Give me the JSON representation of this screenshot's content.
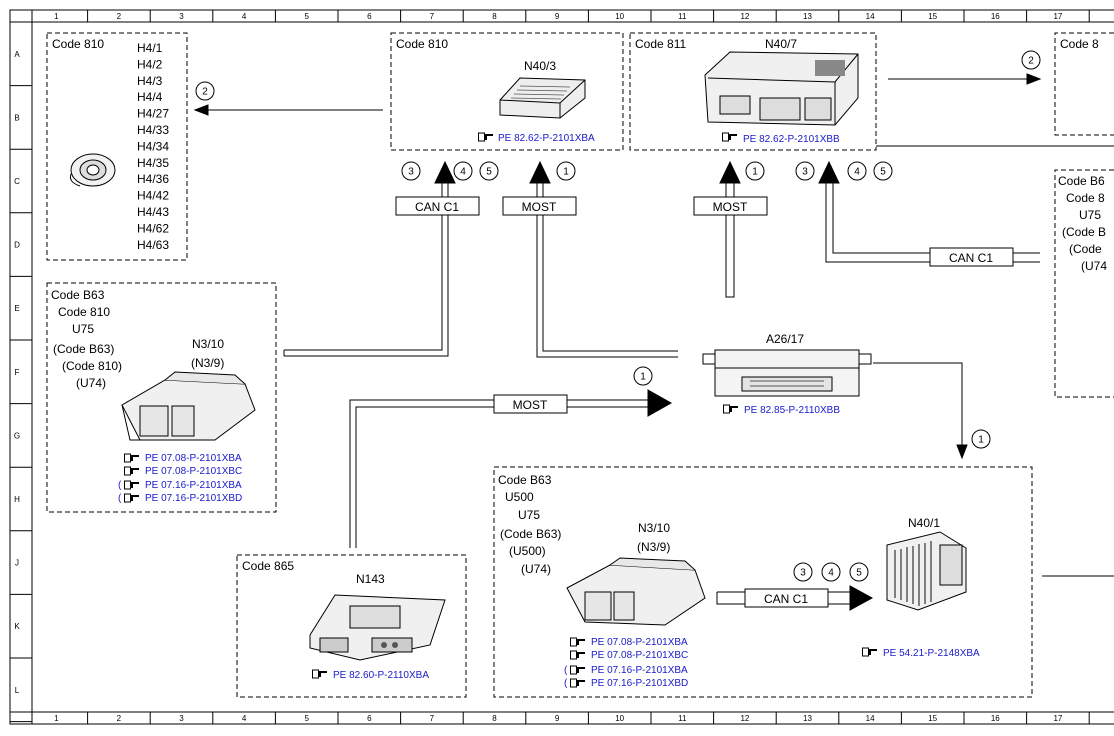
{
  "grid": {
    "columns": [
      "1",
      "2",
      "3",
      "4",
      "5",
      "6",
      "7",
      "8",
      "9",
      "10",
      "11",
      "12",
      "13",
      "14",
      "15",
      "16",
      "17"
    ],
    "rows": [
      "A",
      "B",
      "C",
      "D",
      "E",
      "F",
      "G",
      "H",
      "J",
      "K",
      "L"
    ]
  },
  "boxes": {
    "speakers": {
      "code": "Code 810",
      "items": [
        "H4/1",
        "H4/2",
        "H4/3",
        "H4/4",
        "H4/27",
        "H4/33",
        "H4/34",
        "H4/35",
        "H4/36",
        "H4/42",
        "H4/43",
        "H4/62",
        "H4/63"
      ]
    },
    "n40_3": {
      "code": "Code 810",
      "name": "N40/3",
      "ref": "PE 82.62-P-2101XBA"
    },
    "n40_7": {
      "code": "Code 811",
      "name": "N40/7",
      "ref": "PE 82.62-P-2101XBB"
    },
    "right_top": {
      "code": "Code 8"
    },
    "right_mid": {
      "lines": [
        "Code B6",
        "Code 8",
        "U75",
        "(Code B",
        "(Code",
        "(U74"
      ]
    },
    "n3_10_left": {
      "lines": [
        "Code B63",
        "Code 810",
        "U75",
        "(Code B63)",
        "(Code 810)",
        "(U74)"
      ],
      "name": "N3/10",
      "alt": "(N3/9)",
      "refs": [
        "PE 07.08-P-2101XBA",
        "PE 07.08-P-2101XBC",
        "PE 07.16-P-2101XBA",
        "PE 07.16-P-2101XBD"
      ]
    },
    "a26_17": {
      "name": "A26/17",
      "ref": "PE 82.85-P-2110XBB"
    },
    "n143": {
      "code": "Code 865",
      "name": "N143",
      "ref": "PE 82.60-P-2110XBA"
    },
    "n3_10_right": {
      "lines": [
        "Code B63",
        "U500",
        "U75",
        "(Code B63)",
        "(U500)",
        "(U74)"
      ],
      "name": "N3/10",
      "alt": "(N3/9)",
      "refs": [
        "PE 07.08-P-2101XBA",
        "PE 07.08-P-2101XBC",
        "PE 07.16-P-2101XBA",
        "PE 07.16-P-2101XBD"
      ]
    },
    "n40_1": {
      "name": "N40/1",
      "ref": "PE 54.21-P-2148XBA"
    }
  },
  "buses": {
    "can_c1": "CAN C1",
    "most": "MOST"
  },
  "markers": {
    "one": "1",
    "two": "2",
    "three": "3",
    "four": "4",
    "five": "5"
  },
  "colors": {
    "line": "#000000",
    "ref_link": "#1a1acc"
  }
}
